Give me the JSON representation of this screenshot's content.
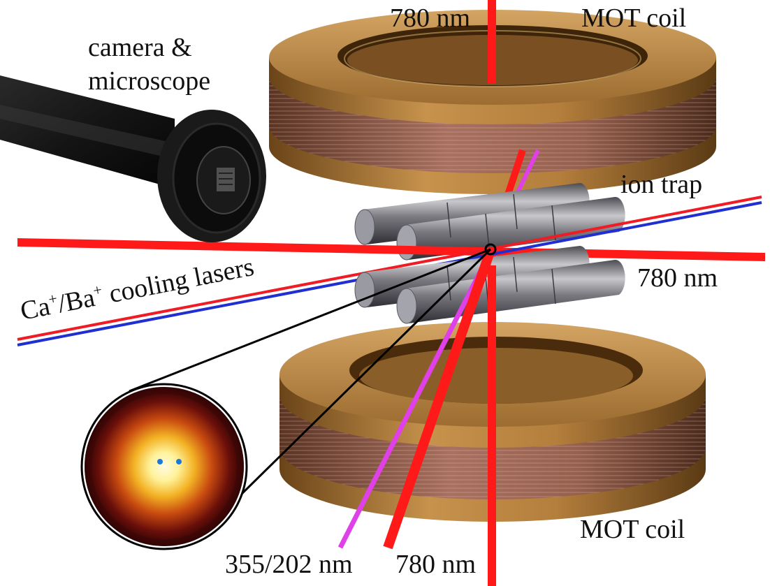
{
  "labels": {
    "beam_top_780": "780 nm",
    "mot_coil_top": "MOT coil",
    "camera_line1": "camera &",
    "camera_line2": "microscope",
    "ion_trap": "ion trap",
    "beam_right_780": "780 nm",
    "cooling_ca": "Ca",
    "cooling_plus1": "+",
    "cooling_ba": "/Ba",
    "cooling_plus2": "+",
    "cooling_rest": " cooling lasers",
    "mot_coil_bottom": "MOT coil",
    "beam_uv": "355/202 nm",
    "beam_bottom_780": "780 nm"
  },
  "colors": {
    "beam_780": "#ff1a1a",
    "cooling_red": "#ee1c24",
    "cooling_blue": "#1f2fd0",
    "uv_beam": "#e040e8",
    "coil_bronze": "#a8783c",
    "coil_winding": "#8c5a3c",
    "electrode_steel": "#8a8a90"
  }
}
